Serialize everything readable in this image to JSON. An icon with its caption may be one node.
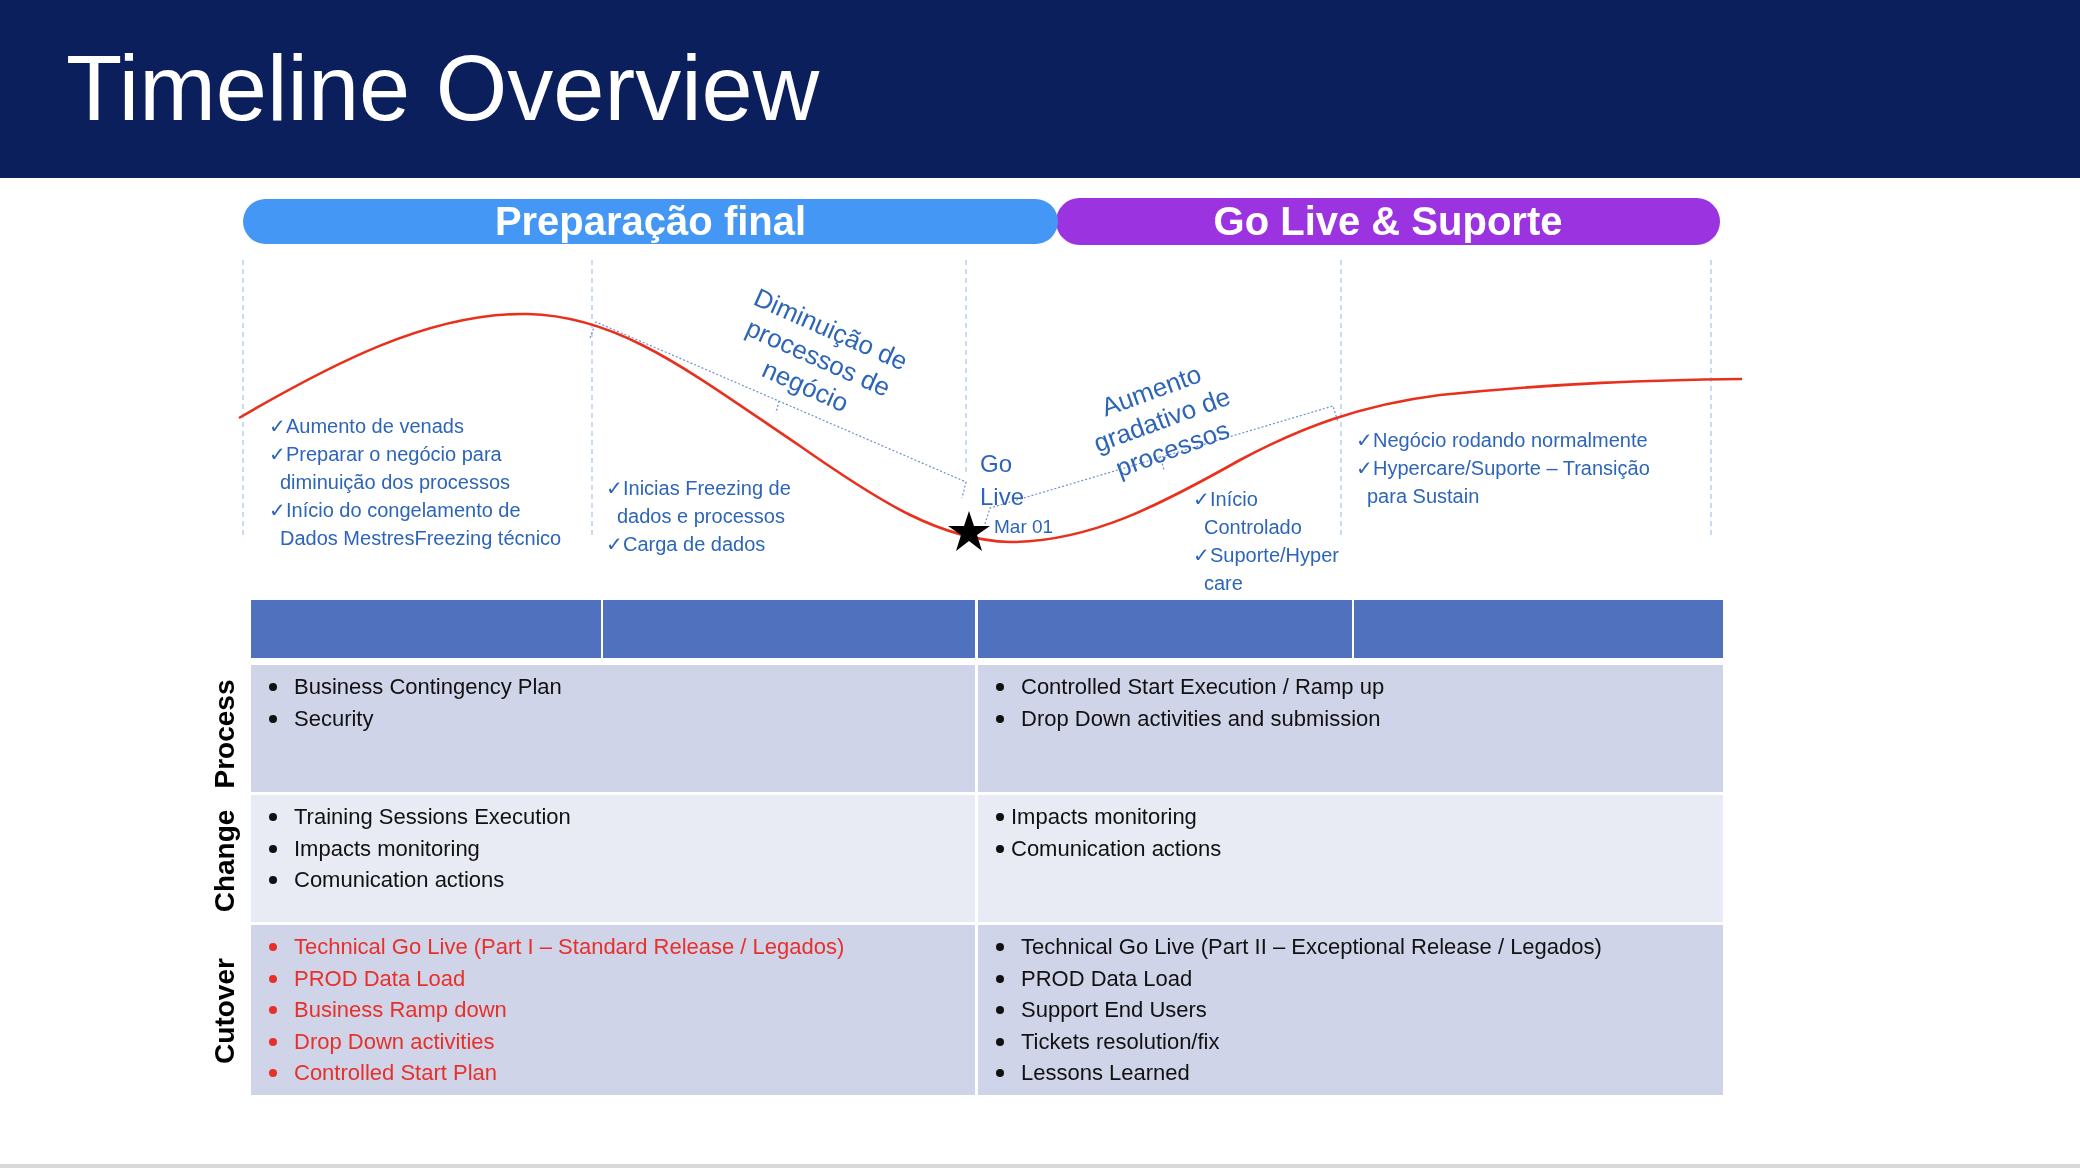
{
  "diagram": {
    "title": "Timeline Overview",
    "nodes": [
      {
        "text": [
          "Preparação final"
        ]
      },
      {
        "text": [
          "Go Live & Suporte"
        ]
      },
      {
        "text": [],
        "shape": "box"
      },
      {
        "text": [],
        "shape": "box"
      },
      {
        "text": [],
        "shape": "box"
      },
      {
        "text": [],
        "shape": "box"
      },
      {
        "text": [
          "Business Contingency Plan",
          "Security"
        ]
      },
      {
        "text": [
          "Controlled Start Execution / Ramp up",
          "Drop Down activities and submission"
        ]
      },
      {
        "text": [
          "Training Sessions Execution",
          "Impacts monitoring",
          "Comunication actions"
        ]
      },
      {
        "text": [
          "Impacts monitoring",
          "Comunication actions"
        ]
      },
      {
        "text": [
          "Technical Go Live (Part I – Standard Release / Legados)",
          "PROD Data Load",
          "Business Ramp down",
          "Drop Down activities",
          "Controlled Start Plan"
        ]
      },
      {
        "text": [
          "Technical Go Live (Part II – Exceptional Release / Legados)",
          "PROD Data Load",
          "Support End Users",
          "Tickets resolution/fix",
          "Lessons Learned"
        ]
      }
    ],
    "labels": [
      "✓Aumento de venads",
      "✓Preparar o negócio para diminuição dos processos",
      "✓Início do congelamento de Dados MestresFreezing técnico",
      "Diminuição de processos de negócio",
      "✓Inicias Freezing de dados e processos",
      "✓Carga de dados",
      "Go Live",
      "Mar 01",
      "Aumento gradativo de processos",
      "✓Início Controlado",
      "✓Suporte/Hyper care",
      "✓Negócio rodando normalmente",
      "✓Hypercare/Suporte – Transição para Sustain",
      "Process",
      "Change",
      "Cutover"
    ]
  }
}
